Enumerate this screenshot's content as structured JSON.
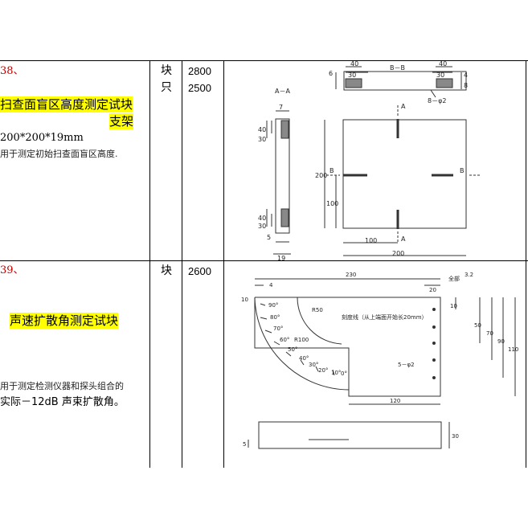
{
  "rows": [
    {
      "number": "38、",
      "title_line1": "扫查面盲区高度测定试块",
      "title_line2": "支架",
      "size": "200*200*19mm",
      "desc_line1": "用于测定初始扫查面盲区高度.",
      "unit_line1": "块",
      "unit_line2": "只",
      "qty_line1": "2800",
      "qty_line2": "2500",
      "drawing": {
        "section_aa": "A－A",
        "section_bb": "B－B",
        "hole_note": "8－φ2",
        "dims": {
          "bb_40l": "40",
          "bb_30l": "30",
          "bb_40r": "40",
          "bb_30r": "30",
          "bb_6": "6",
          "bb_4": "4",
          "bb_8": "8",
          "aa_7": "7",
          "aa_40t": "40",
          "aa_30t": "30",
          "aa_40b": "40",
          "aa_30b": "30",
          "aa_5": "5",
          "aa_19": "19",
          "main_200v": "200",
          "main_100v": "100",
          "main_100h": "100",
          "main_200h": "200"
        },
        "labels": {
          "a_top": "A",
          "a_bottom": "A",
          "b_left": "B",
          "b_right": "B"
        }
      }
    },
    {
      "number": "39、",
      "title_line1": "声速扩散角测定试块",
      "desc_line1": "用于测定检测仪器和探头组合的",
      "desc_line2": "实际－12dB 声束扩散角。",
      "unit_line1": "块",
      "qty_line1": "2600",
      "drawing": {
        "dims": {
          "d230": "230",
          "d20": "20",
          "d4": "4",
          "d10": "10",
          "d10r": "10",
          "d50": "50",
          "d70": "70",
          "d90": "90",
          "d110": "110",
          "d120": "120",
          "d5": "5",
          "d30": "30",
          "r50": "R50",
          "r100": "R100"
        },
        "roughness": "全部",
        "roughness_val": "3.2",
        "scale_note": "刻度线（从上端面开始长20mm）",
        "hole_note": "5－φ2",
        "angles": [
          "90°",
          "80°",
          "70°",
          "60°",
          "50°",
          "40°",
          "30°",
          "20°",
          "10°",
          "0°"
        ]
      }
    }
  ]
}
